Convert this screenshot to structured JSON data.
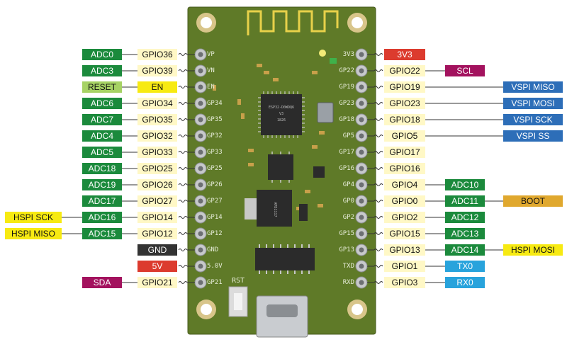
{
  "colors": {
    "board": "#5f7a28",
    "gpio": "#fff8c6",
    "adc": "#1b8a3c",
    "yellow": "#f7ea12",
    "blue": "#2d6eb8",
    "magenta": "#a3125e",
    "red": "#dc3b2e",
    "black": "#333333",
    "lightgreen": "#a6d264",
    "cyan": "#28a3dc",
    "gold": "#e0a82e"
  },
  "board": {
    "chip_text": [
      "ESP32-D0WDQ6",
      "V3",
      "1826"
    ],
    "regulator_text": "AMS1117",
    "rst_label": "RST"
  },
  "left": [
    {
      "pin": "VP",
      "gpio": "GPIO36",
      "tags": [
        {
          "text": "ADC0",
          "color": "adc"
        }
      ]
    },
    {
      "pin": "VN",
      "gpio": "GPIO39",
      "tags": [
        {
          "text": "ADC3",
          "color": "adc"
        }
      ]
    },
    {
      "pin": "EN",
      "gpio": "EN",
      "tags": [
        {
          "text": "RESET",
          "color": "lightgreen",
          "dark": true
        }
      ],
      "gpio_color": "yellow"
    },
    {
      "pin": "GP34",
      "gpio": "GPIO34",
      "tags": [
        {
          "text": "ADC6",
          "color": "adc"
        }
      ]
    },
    {
      "pin": "GP35",
      "gpio": "GPIO35",
      "tags": [
        {
          "text": "ADC7",
          "color": "adc"
        }
      ]
    },
    {
      "pin": "GP32",
      "gpio": "GPIO32",
      "tags": [
        {
          "text": "ADC4",
          "color": "adc"
        }
      ]
    },
    {
      "pin": "GP33",
      "gpio": "GPIO33",
      "tags": [
        {
          "text": "ADC5",
          "color": "adc"
        }
      ]
    },
    {
      "pin": "GP25",
      "gpio": "GPIO25",
      "tags": [
        {
          "text": "ADC18",
          "color": "adc"
        }
      ]
    },
    {
      "pin": "GP26",
      "gpio": "GPIO26",
      "tags": [
        {
          "text": "ADC19",
          "color": "adc"
        }
      ]
    },
    {
      "pin": "GP27",
      "gpio": "GPIO27",
      "tags": [
        {
          "text": "ADC17",
          "color": "adc"
        }
      ]
    },
    {
      "pin": "GP14",
      "gpio": "GPIO14",
      "tags": [
        {
          "text": "ADC16",
          "color": "adc"
        },
        {
          "text": "HSPI SCK",
          "color": "yellow",
          "dark": true
        }
      ]
    },
    {
      "pin": "GP12",
      "gpio": "GPIO12",
      "tags": [
        {
          "text": "ADC15",
          "color": "adc"
        },
        {
          "text": "HSPI MISO",
          "color": "yellow",
          "dark": true
        }
      ]
    },
    {
      "pin": "GND",
      "gpio": "GND",
      "gpio_color": "black",
      "tags": []
    },
    {
      "pin": "5.0V",
      "gpio": "5V",
      "gpio_color": "red",
      "tags": []
    },
    {
      "pin": "GP21",
      "gpio": "GPIO21",
      "tags": [
        {
          "text": "SDA",
          "color": "magenta"
        }
      ]
    }
  ],
  "right": [
    {
      "pin": "3V3",
      "gpio": "3V3",
      "gpio_color": "red",
      "tags": []
    },
    {
      "pin": "GP22",
      "gpio": "GPIO22",
      "tags": [
        {
          "text": "SCL",
          "color": "magenta"
        }
      ]
    },
    {
      "pin": "GP19",
      "gpio": "GPIO19",
      "tags": [
        {
          "text": "VSPI MISO",
          "color": "blue",
          "far": true
        }
      ]
    },
    {
      "pin": "GP23",
      "gpio": "GPIO23",
      "tags": [
        {
          "text": "VSPI MOSI",
          "color": "blue",
          "far": true
        }
      ]
    },
    {
      "pin": "GP18",
      "gpio": "GPIO18",
      "tags": [
        {
          "text": "VSPI SCK",
          "color": "blue",
          "far": true
        }
      ]
    },
    {
      "pin": "GP5",
      "gpio": "GPIO5",
      "tags": [
        {
          "text": "VSPI SS",
          "color": "blue",
          "far": true
        }
      ]
    },
    {
      "pin": "GP17",
      "gpio": "GPIO17",
      "tags": []
    },
    {
      "pin": "GP16",
      "gpio": "GPIO16",
      "tags": []
    },
    {
      "pin": "GP4",
      "gpio": "GPIO4",
      "tags": [
        {
          "text": "ADC10",
          "color": "adc"
        }
      ]
    },
    {
      "pin": "GP0",
      "gpio": "GPIO0",
      "tags": [
        {
          "text": "ADC11",
          "color": "adc"
        },
        {
          "text": "BOOT",
          "color": "gold",
          "dark": true
        }
      ]
    },
    {
      "pin": "GP2",
      "gpio": "GPIO2",
      "tags": [
        {
          "text": "ADC12",
          "color": "adc"
        }
      ]
    },
    {
      "pin": "GP15",
      "gpio": "GPIO15",
      "tags": [
        {
          "text": "ADC13",
          "color": "adc"
        }
      ]
    },
    {
      "pin": "GP13",
      "gpio": "GPIO13",
      "tags": [
        {
          "text": "ADC14",
          "color": "adc"
        },
        {
          "text": "HSPI MOSI",
          "color": "yellow",
          "dark": true
        }
      ]
    },
    {
      "pin": "TXD",
      "gpio": "GPIO1",
      "tags": [
        {
          "text": "TX0",
          "color": "cyan"
        }
      ]
    },
    {
      "pin": "RXD",
      "gpio": "GPIO3",
      "tags": [
        {
          "text": "RX0",
          "color": "cyan"
        }
      ]
    }
  ]
}
